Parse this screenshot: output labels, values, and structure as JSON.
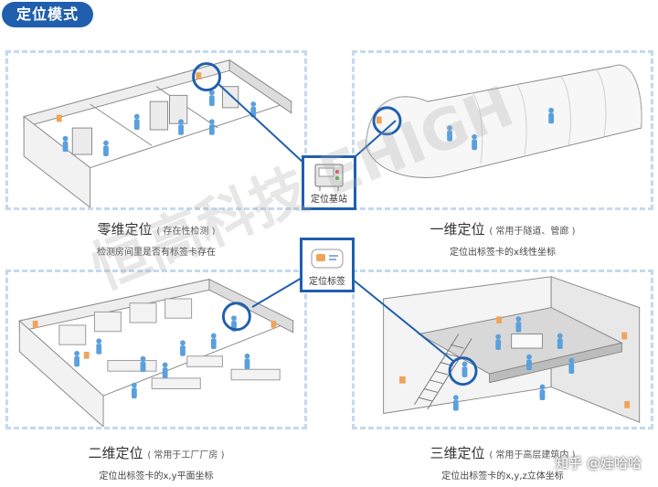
{
  "header": {
    "title": "定位模式"
  },
  "panels": {
    "zero": {
      "title": "零维定位",
      "subtitle": "( 存在性检测 )",
      "desc": "检测房间里是否有标签卡存在"
    },
    "one": {
      "title": "一维定位",
      "subtitle": "( 常用于隧道、管廊 )",
      "desc": "定位出标签卡的x线性坐标"
    },
    "two": {
      "title": "二维定位",
      "subtitle": "( 常用于工厂厂房 )",
      "desc": "定位出标签卡的x,y平面坐标"
    },
    "three": {
      "title": "三维定位",
      "subtitle": "( 常用于高层建筑内 )",
      "desc": "定位出标签卡的x,y,z立体坐标"
    }
  },
  "devices": {
    "base_station": {
      "label": "定位基站",
      "icon": "base-station-icon"
    },
    "tag": {
      "label": "定位标签",
      "icon": "tag-card-icon"
    }
  },
  "watermark": {
    "text": "恒高科技 EHIGH"
  },
  "credit": {
    "text": "知乎 @娃哈哈"
  },
  "colors": {
    "accent": "#1f5fae",
    "dashed_border": "#c3d9ef",
    "figure": "#5aa0dc",
    "anchor": "#f0a35a"
  }
}
